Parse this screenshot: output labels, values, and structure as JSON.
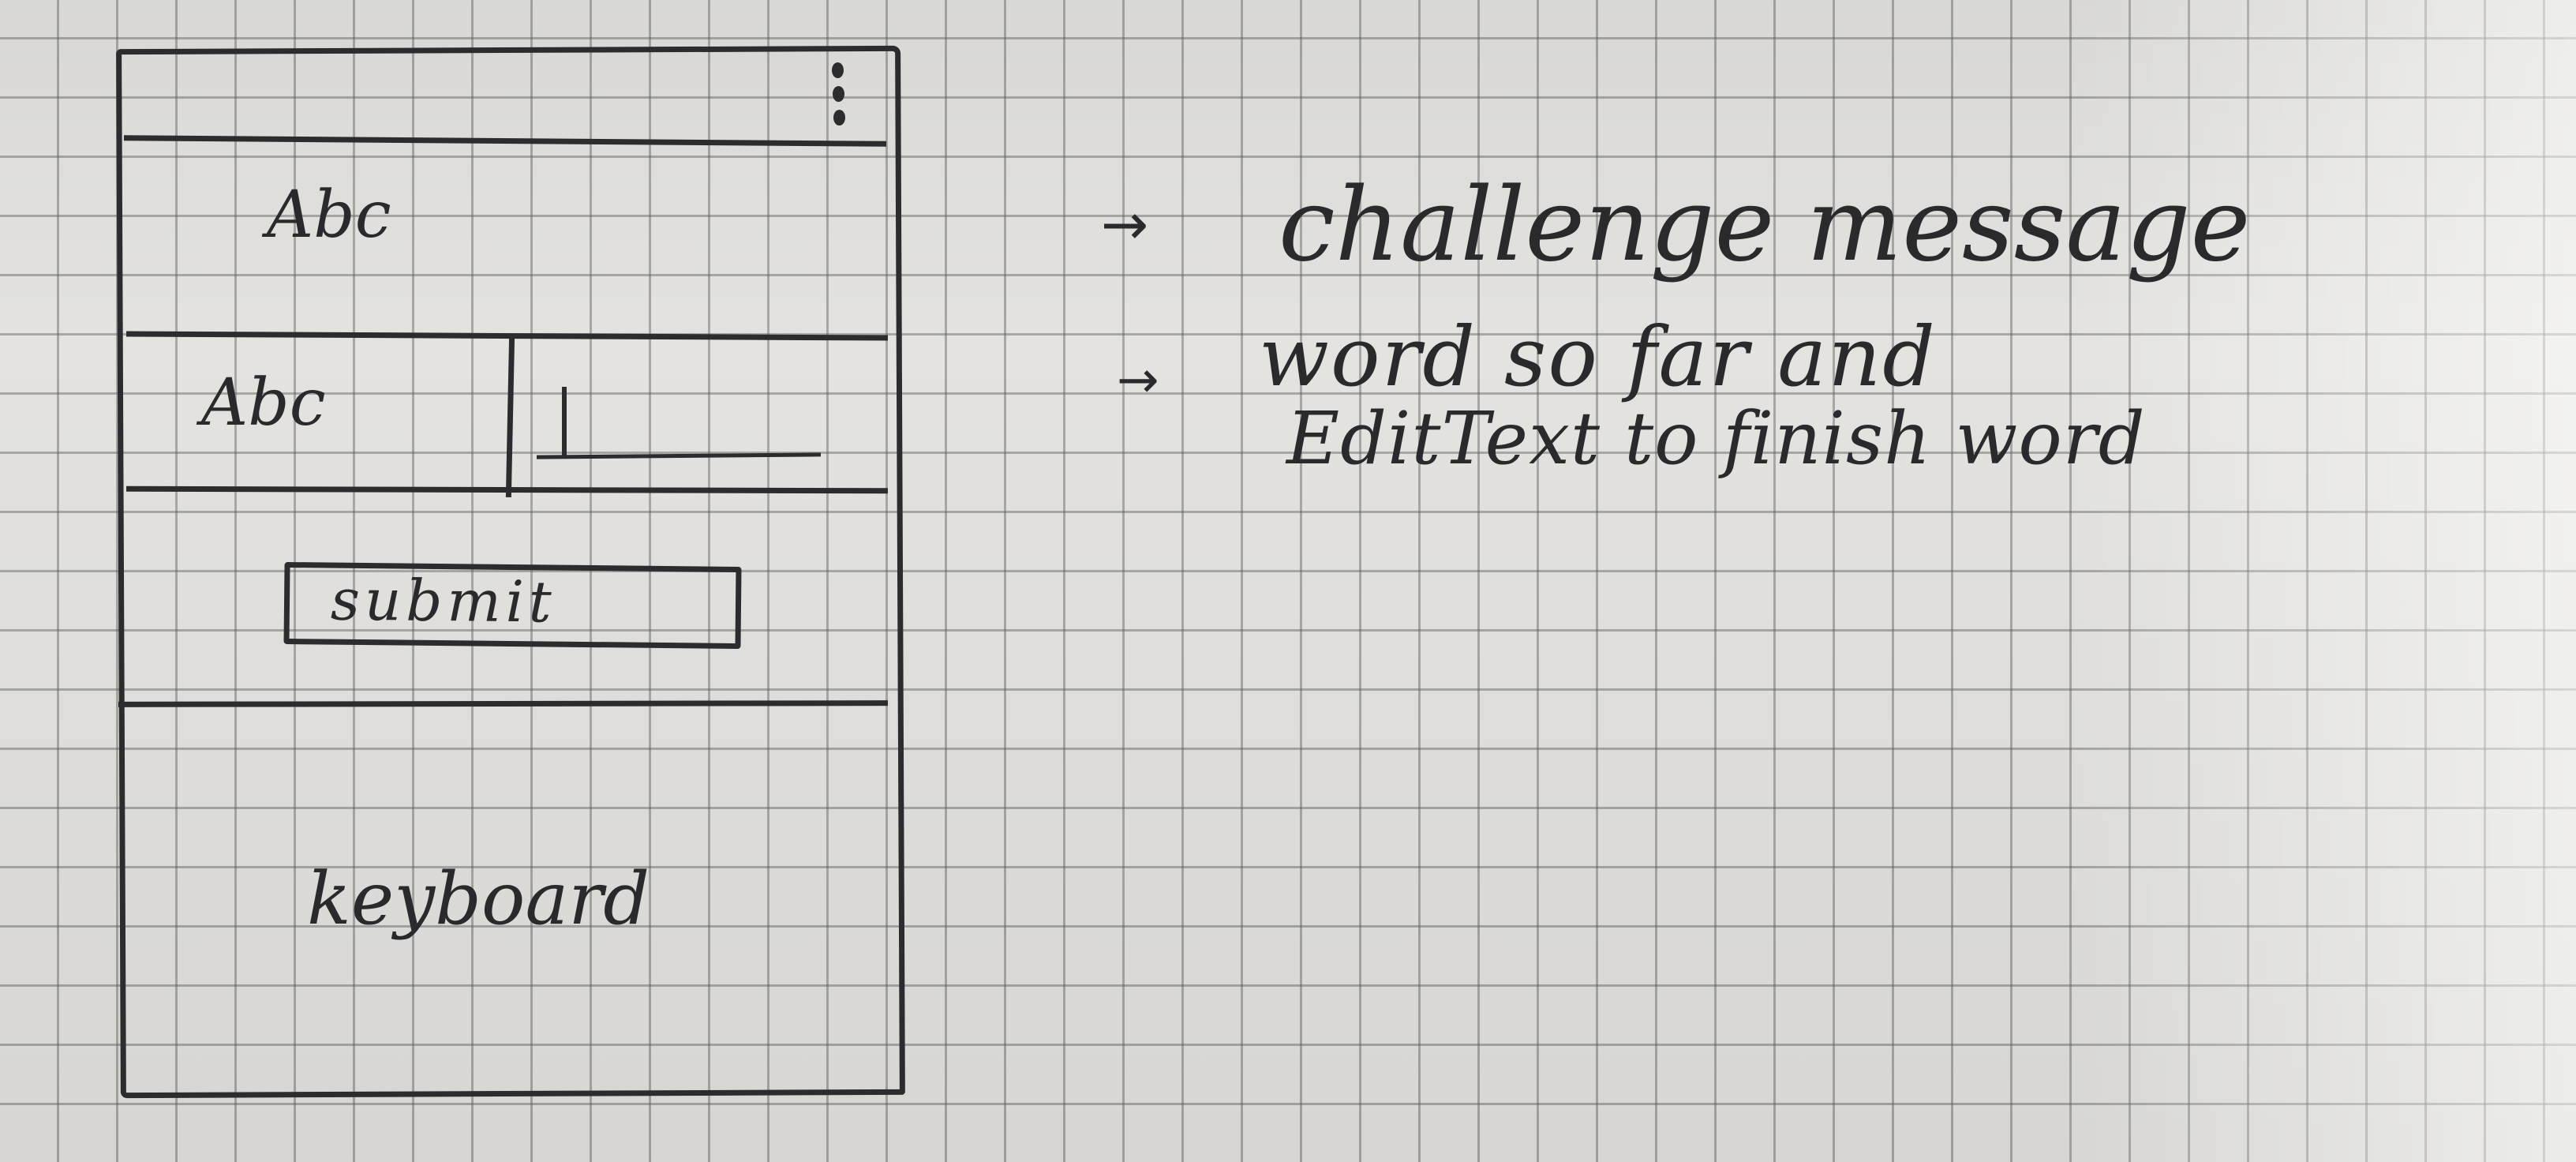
{
  "app_bar": {
    "overflow_menu_icon": "vertical-dots-icon"
  },
  "challenge_row": {
    "text": "Abc"
  },
  "word_row": {
    "word_text": "Abc",
    "edit_text_value": ""
  },
  "submit_button": {
    "label": "submit"
  },
  "keyboard_area": {
    "label": "keyboard"
  },
  "annotations": [
    {
      "arrow_icon": "right-arrow-icon",
      "lines": [
        "challenge message"
      ]
    },
    {
      "arrow_icon": "right-arrow-icon",
      "lines": [
        "word so far and",
        "EditText to finish word"
      ]
    }
  ],
  "colors": {
    "ink": "#2c2c2e",
    "paper": "#e4e3df",
    "grid": "#5f5f5f"
  }
}
